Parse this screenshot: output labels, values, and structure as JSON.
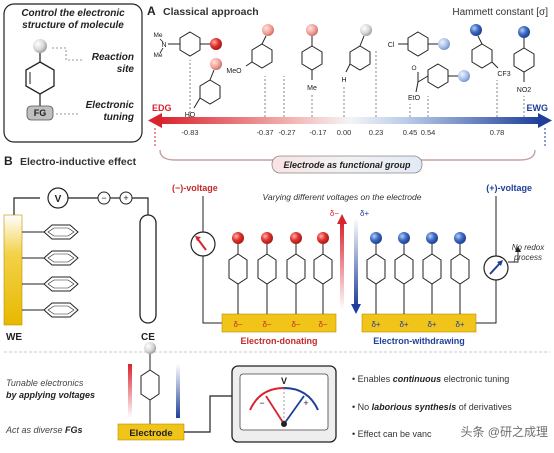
{
  "panel_a": {
    "letter": "A",
    "title": "Classical approach",
    "scale_title": "Hammett constant [σ]",
    "edg_label": "EDG",
    "ewg_label": "EWG",
    "ticks": [
      "-0.83",
      "-0.37",
      "-0.27",
      "-0.17",
      "0.00",
      "0.23",
      "0.45",
      "0.54",
      "0.78"
    ],
    "substituents": [
      "Me",
      "N",
      "Me",
      "MeO",
      "HO",
      "Me",
      "H",
      "Cl",
      "EtO",
      "CF3",
      "NO2"
    ],
    "electrode_group": "Electrode as functional group",
    "colors": {
      "edg": "#d9232e",
      "ewg": "#1f3f9a",
      "accent_yellow": "#f0c419"
    }
  },
  "control_box": {
    "title_line1": "Control the electronic",
    "title_line2": "structure of molecule",
    "reaction_site_line1": "Reaction",
    "reaction_site_line2": "site",
    "electronic_tuning_line1": "Electronic",
    "electronic_tuning_line2": "tuning",
    "fg": "FG"
  },
  "panel_b": {
    "letter": "B",
    "title": "Electro-inductive effect",
    "neg_voltage": "(−)-voltage",
    "pos_voltage": "(+)-voltage",
    "varying": "Varying different voltages on the electrode",
    "no_redox_line1": "No redox",
    "no_redox_line2": "process",
    "we": "WE",
    "ce": "CE",
    "v_symbol": "V",
    "minus": "−",
    "plus": "+",
    "delta_minus": "δ−",
    "delta_plus": "δ+",
    "electron_donating": "Electron-donating",
    "electron_withdrawing": "Electron-withdrawing"
  },
  "bottom": {
    "tunable_line1": "Tunable electronics",
    "tunable_line2": "by applying voltages",
    "diverse_prefix": "Act as diverse ",
    "diverse_fgs": "FGs",
    "electrode_label": "Electrode",
    "meter_v": "V",
    "meter_minus": "−",
    "meter_plus": "+",
    "bullets": [
      {
        "pre": "Enables ",
        "em": "continuous",
        "post": " electronic tuning"
      },
      {
        "pre": "No ",
        "em": "laborious synthesis",
        "post": " of derivatives"
      },
      {
        "pre": "Effect can be vanc",
        "em": "",
        "post": ""
      }
    ]
  },
  "watermark": "头条 @研之成理"
}
